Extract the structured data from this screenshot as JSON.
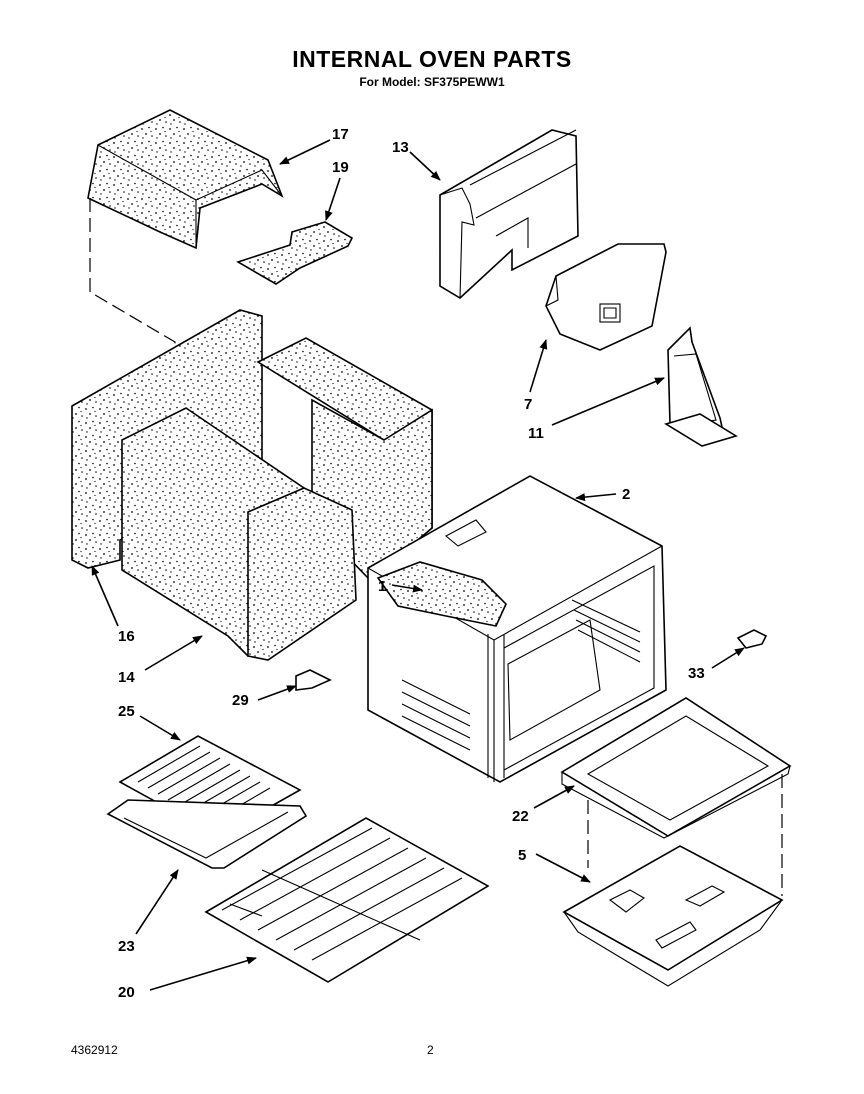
{
  "header": {
    "title": "INTERNAL OVEN PARTS",
    "subtitle": "For Model: SF375PEWW1"
  },
  "footer": {
    "doc_number": "4362912",
    "page_number": "2"
  },
  "callouts": {
    "c17": "17",
    "c19": "19",
    "c13": "13",
    "c7": "7",
    "c11": "11",
    "c2": "2",
    "c1": "1",
    "c16": "16",
    "c14": "14",
    "c33": "33",
    "c29": "29",
    "c25": "25",
    "c22": "22",
    "c5": "5",
    "c23": "23",
    "c20": "20"
  }
}
